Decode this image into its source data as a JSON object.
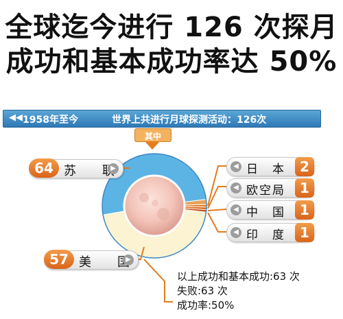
{
  "header": {
    "title_line1": "全球迄今进行 126 次探月",
    "title_line2": "成功和基本成功率达 50%"
  },
  "banner": {
    "arrow": "◀◀",
    "left_text": "1958年至今",
    "right_text": "世界上共进行月球探测活动：126次"
  },
  "pointer_label": "其中",
  "colors": {
    "ussr": "#5cb4e4",
    "usa": "#fbf3d2",
    "accent_orange": "#e07b1e",
    "banner_blue": "#3b86c3"
  },
  "chart_data": {
    "type": "pie",
    "total": 126,
    "slices": [
      {
        "label": "苏　联",
        "value": 64
      },
      {
        "label": "美　国",
        "value": 57
      },
      {
        "label": "日　本",
        "value": 2
      },
      {
        "label": "欧空局",
        "value": 1
      },
      {
        "label": "中　国",
        "value": 1
      },
      {
        "label": "印　度",
        "value": 1
      }
    ],
    "center_image": "moon"
  },
  "summary": {
    "line1": "以上成功和基本成功:63 次",
    "line2": "失败:63 次",
    "line3": "成功率:50%"
  }
}
